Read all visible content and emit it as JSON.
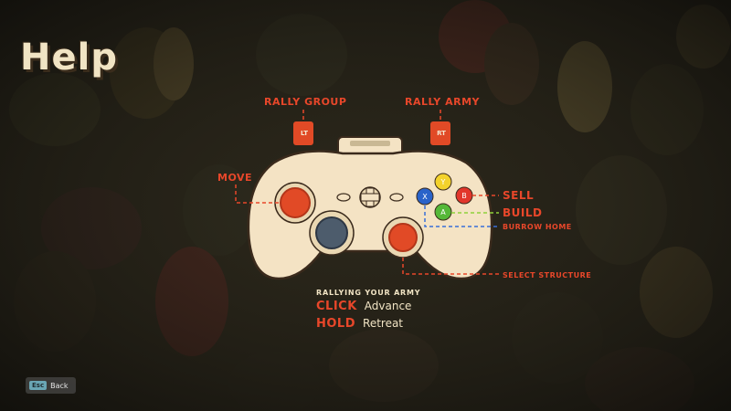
{
  "screen_title": "Help",
  "controls": {
    "lt_button": "LT",
    "rt_button": "RT",
    "rally_group": "RALLY GROUP",
    "rally_army": "RALLY ARMY",
    "move": "MOVE",
    "sell": "SELL",
    "build": "BUILD",
    "burrow_home": "BURROW HOME",
    "select_structure": "SELECT STRUCTURE",
    "face_buttons": {
      "y": "Y",
      "x": "X",
      "b": "B",
      "a": "A"
    }
  },
  "rallying": {
    "title": "RALLYING YOUR ARMY",
    "click_key": "CLICK",
    "click_action": "Advance",
    "hold_key": "HOLD",
    "hold_action": "Retreat"
  },
  "footer": {
    "esc_key": "Esc",
    "back_label": "Back"
  },
  "colors": {
    "accent": "#e8472a",
    "controller_body": "#f4e3c4",
    "button_y": "#f3d22c",
    "button_x": "#2a63c9",
    "button_b": "#e2362b",
    "button_a": "#55b838",
    "build_line": "#8fd13b",
    "burrow_line": "#3a6fd8"
  }
}
